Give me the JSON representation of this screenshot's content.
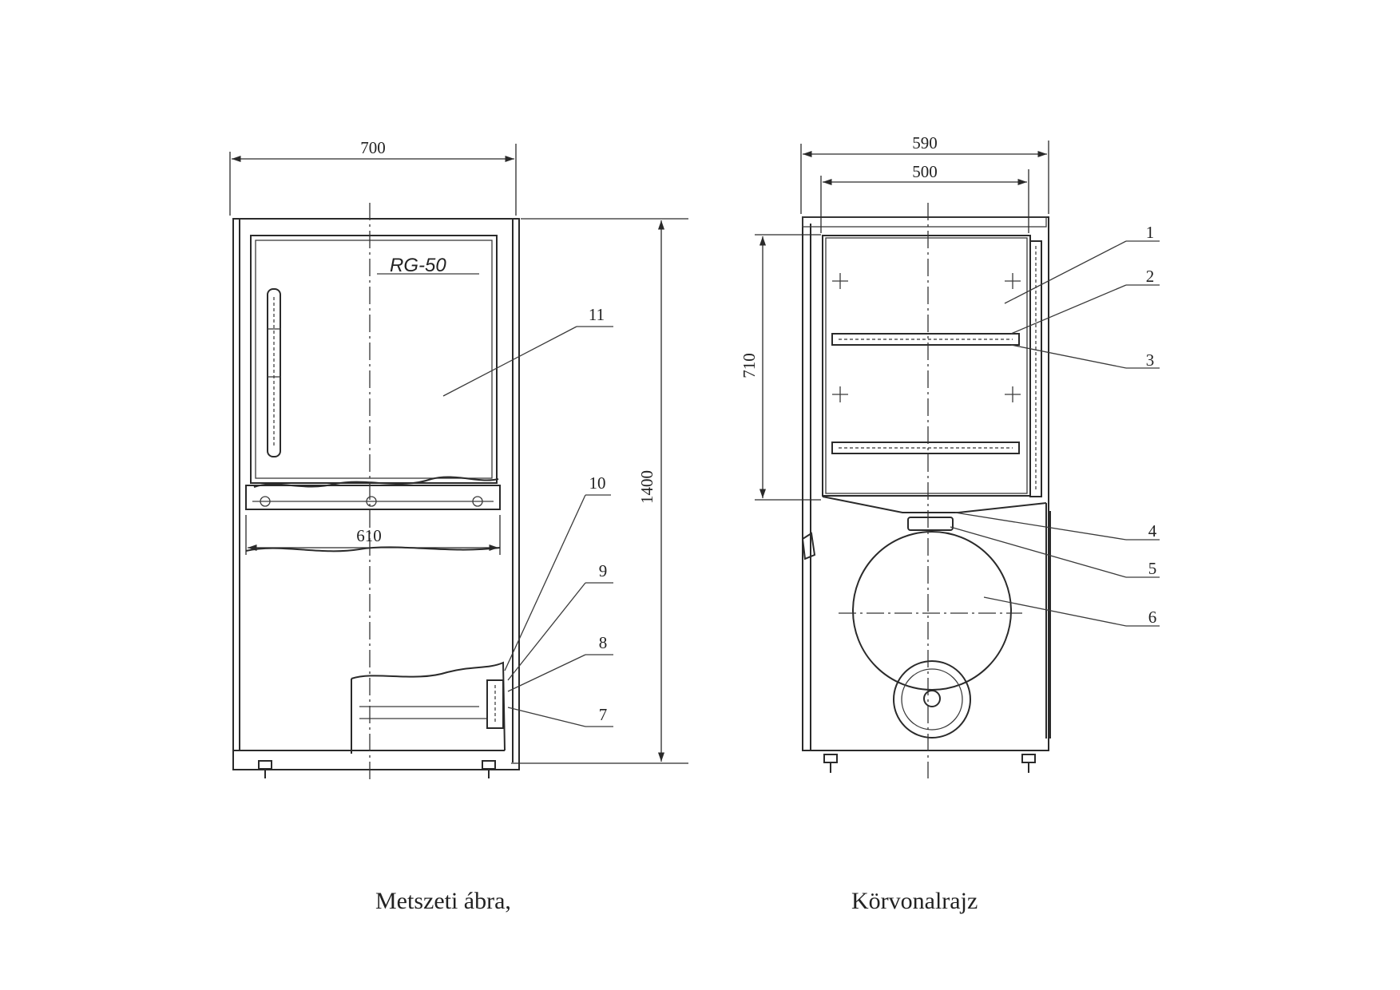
{
  "left_view": {
    "model_mark": "RG-50",
    "dimensions": {
      "width_outer": "700",
      "width_inner": "610",
      "height_total": "1400"
    },
    "part_numbers": [
      "11",
      "10",
      "9",
      "8",
      "7"
    ],
    "caption": "Metszeti ábra,"
  },
  "right_view": {
    "dimensions": {
      "width_outer": "590",
      "width_inner": "500",
      "chamber_height": "710"
    },
    "part_numbers": [
      "1",
      "2",
      "3",
      "4",
      "5",
      "6"
    ],
    "caption": "Körvonalrajz"
  }
}
